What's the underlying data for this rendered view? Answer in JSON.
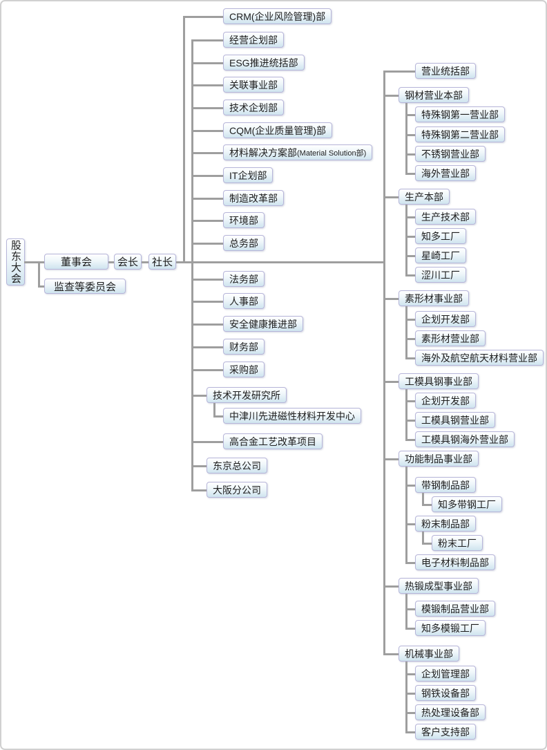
{
  "root": {
    "shareholders_meeting": "股东大会",
    "board_of_directors": "董事会",
    "audit_committee": "监查等委员会",
    "chairman": "会长",
    "president": "社长"
  },
  "president_groups": {
    "staff_a": [
      "CRM(企业风险管理)部"
    ],
    "staff_b": [
      "经营企划部",
      "ESG推进统括部",
      "关联事业部",
      "技术企划部",
      "CQM(企业质量管理)部",
      {
        "label": "材料解决方案部",
        "suffix": "(Material Solution部)"
      },
      "IT企划部",
      "制造改革部",
      "环境部",
      "总务部"
    ],
    "staff_c": [
      "法务部",
      "人事部",
      "安全健康推进部",
      "财务部",
      "采购部",
      {
        "label": "技术开发研究所",
        "major": true,
        "children": [
          "中津川先进磁性材料开发中心"
        ]
      },
      "高合金工艺改革项目",
      {
        "label": "东京总公司",
        "major": true
      },
      {
        "label": "大阪分公司",
        "major": true
      }
    ],
    "business": [
      "营业统括部",
      {
        "label": "钢材营业本部",
        "major": true,
        "children": [
          "特殊钢第一营业部",
          "特殊钢第二营业部",
          "不锈钢营业部",
          "海外营业部"
        ]
      },
      {
        "label": "生产本部",
        "major": true,
        "children": [
          "生产技术部",
          "知多工厂",
          "星崎工厂",
          "涩川工厂"
        ]
      },
      {
        "label": "素形材事业部",
        "major": true,
        "children": [
          "企划开发部",
          "素形材营业部",
          "海外及航空航天材料营业部"
        ]
      },
      {
        "label": "工模具钢事业部",
        "major": true,
        "children": [
          "企划开发部",
          "工模具钢营业部",
          "工模具钢海外营业部"
        ]
      },
      {
        "label": "功能制品事业部",
        "major": true,
        "children": [
          {
            "label": "带钢制品部",
            "children": [
              "知多带钢工厂"
            ]
          },
          {
            "label": "粉末制品部",
            "children": [
              "粉末工厂"
            ]
          },
          "电子材料制品部"
        ]
      },
      {
        "label": "热锻成型事业部",
        "major": true,
        "children": [
          "模锻制品营业部",
          "知多模锻工厂"
        ]
      },
      {
        "label": "机械事业部",
        "major": true,
        "children": [
          "企划管理部",
          "钢铁设备部",
          "热处理设备部",
          "客户支持部"
        ]
      }
    ]
  },
  "colors": {
    "line": "#9e9e9e",
    "box_border": "#b6b5d9",
    "box_top": "#ffffff",
    "box_bottom": "#cfe4ef",
    "text": "#1d1d1d",
    "canvas_border": "#d0d0d0"
  }
}
